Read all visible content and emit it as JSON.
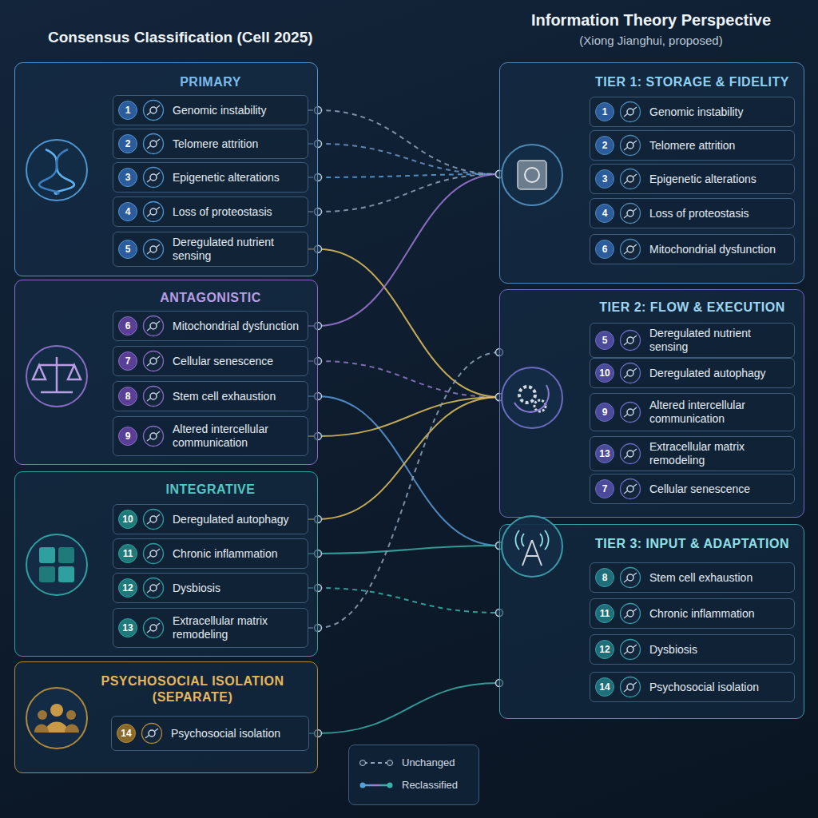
{
  "diagram": {
    "title": "Consensus Classification (Cell 2025)",
    "nodes": [
      {
        "text": [
          "PRIMARY"
        ]
      },
      {
        "text": [
          "1",
          "Genomic instability"
        ],
        "in": 0
      },
      {
        "text": [
          "2",
          "Telomere attrition"
        ],
        "in": 0
      },
      {
        "text": [
          "3",
          "Epigenetic alterations"
        ],
        "in": 0
      },
      {
        "text": [
          "4",
          "Loss of proteostasis"
        ],
        "in": 0
      },
      {
        "text": [
          "5",
          "Deregulated nutrient sensing"
        ],
        "in": 0
      },
      {
        "text": [
          "ANTAGONISTIC"
        ]
      },
      {
        "text": [
          "6",
          "Mitochondrial dysfunction"
        ],
        "in": 6
      },
      {
        "text": [
          "7",
          "Cellular senescence"
        ],
        "in": 6
      },
      {
        "text": [
          "8",
          "Stem cell exhaustion"
        ],
        "in": 6
      },
      {
        "text": [
          "9",
          "Altered intercellular communication"
        ],
        "in": 6
      },
      {
        "text": [
          "INTEGRATIVE"
        ]
      },
      {
        "text": [
          "10",
          "Deregulated autophagy"
        ],
        "in": 11
      },
      {
        "text": [
          "11",
          "Chronic inflammation"
        ],
        "in": 11
      },
      {
        "text": [
          "12",
          "Dysbiosis"
        ],
        "in": 11
      },
      {
        "text": [
          "13",
          "Extracellular matrix remodeling"
        ],
        "in": 11
      },
      {
        "text": [
          "PSYCHOSOCIAL ISOLATION (SEPARATE)"
        ]
      },
      {
        "text": [
          "14",
          "Psychosocial isolation"
        ],
        "in": 16
      },
      {
        "text": [
          "TIER 1: STORAGE & FIDELITY"
        ]
      },
      {
        "text": [
          "1",
          "Genomic instability"
        ],
        "in": 18
      },
      {
        "text": [
          "2",
          "Telomere attrition"
        ],
        "in": 18
      },
      {
        "text": [
          "3",
          "Epigenetic alterations"
        ],
        "in": 18
      },
      {
        "text": [
          "4",
          "Loss of proteostasis"
        ],
        "in": 18
      },
      {
        "text": [
          "6",
          "Mitochondrial dysfunction"
        ],
        "in": 18
      },
      {
        "text": [
          "TIER 2: FLOW & EXECUTION"
        ]
      },
      {
        "text": [
          "5",
          "Deregulated nutrient sensing"
        ],
        "in": 24
      },
      {
        "text": [
          "10",
          "Deregulated autophagy"
        ],
        "in": 24
      },
      {
        "text": [
          "9",
          "Altered intercellular communication"
        ],
        "in": 24
      },
      {
        "text": [
          "13",
          "Extracellular matrix remodeling"
        ],
        "in": 24
      },
      {
        "text": [
          "7",
          "Cellular senescence"
        ],
        "in": 24
      },
      {
        "text": [
          "TIER 3: INPUT & ADAPTATION"
        ]
      },
      {
        "text": [
          "8",
          "Stem cell exhaustion"
        ],
        "in": 30
      },
      {
        "text": [
          "11",
          "Chronic inflammation"
        ],
        "in": 30
      },
      {
        "text": [
          "12",
          "Dysbiosis"
        ],
        "in": 30
      },
      {
        "text": [
          "14",
          "Psychosocial isolation"
        ],
        "in": 30
      }
    ],
    "edges": [
      {
        "from": 1,
        "to": 18,
        "arrow": "none"
      },
      {
        "from": 2,
        "to": 18,
        "arrow": "none"
      },
      {
        "from": 3,
        "to": 18,
        "arrow": "none"
      },
      {
        "from": 4,
        "to": 18,
        "arrow": "none"
      },
      {
        "from": 5,
        "to": 24,
        "arrow": "none"
      },
      {
        "from": 7,
        "to": 18,
        "arrow": "none"
      },
      {
        "from": 8,
        "to": 24,
        "arrow": "none"
      },
      {
        "from": 9,
        "to": 30,
        "arrow": "none"
      },
      {
        "from": 10,
        "to": 24,
        "arrow": "none"
      },
      {
        "from": 12,
        "to": 24,
        "arrow": "none"
      },
      {
        "from": 13,
        "to": 30,
        "arrow": "none"
      },
      {
        "from": 14,
        "to": 30,
        "arrow": "none"
      },
      {
        "from": 15,
        "to": 24,
        "arrow": "none"
      },
      {
        "from": 17,
        "to": 30,
        "arrow": "none"
      }
    ],
    "labels": [
      "Information Theory Perspective",
      "(Xiong Jianghui, proposed)"
    ],
    "legend": [
      {
        "text": "Unchanged"
      },
      {
        "text": "Reclassified"
      }
    ]
  }
}
